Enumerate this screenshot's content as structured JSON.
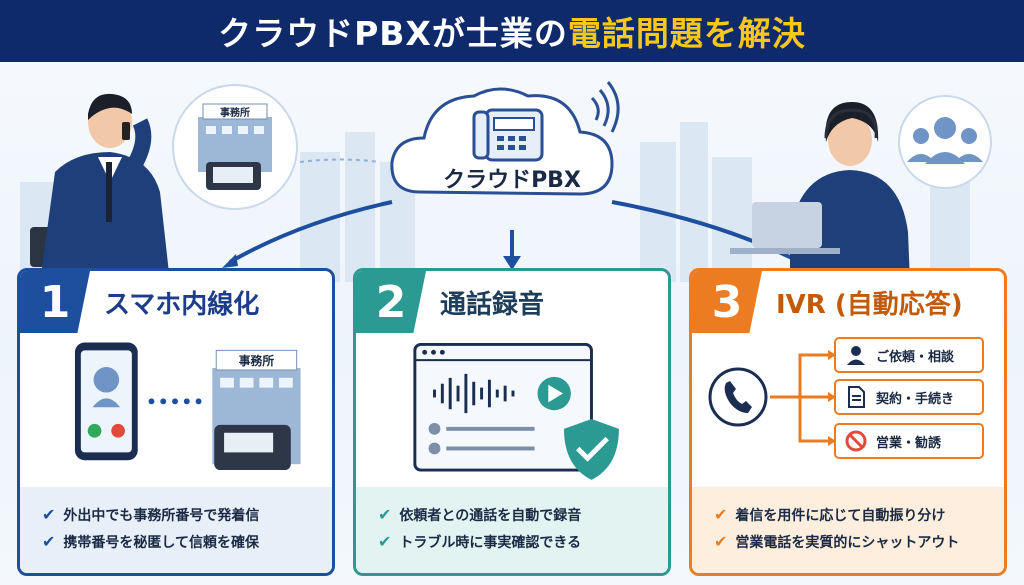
{
  "header": {
    "title_part1": "クラウドPBXが士業の",
    "title_highlight": "電話問題を解決"
  },
  "hero": {
    "cloud_label": "クラウドPBX",
    "office_sign": "事務所"
  },
  "cards": [
    {
      "number": "1",
      "title": "スマホ内線化",
      "office_sign": "事務所",
      "bullets": [
        "外出中でも事務所番号で発着信",
        "携帯番号を秘匿して信頼を確保"
      ]
    },
    {
      "number": "2",
      "title": "通話録音",
      "bullets": [
        "依頼者との通話を自動で録音",
        "トラブル時に事実確認できる"
      ]
    },
    {
      "number": "3",
      "title": "IVR (自動応答)",
      "options": [
        "ご依頼・相談",
        "契約・手続き",
        "営業・勧誘"
      ],
      "bullets": [
        "着信を用件に応じて自動振り分け",
        "営業電話を実質的にシャットアウト"
      ]
    }
  ],
  "colors": {
    "navy": "#0f2a6b",
    "highlight": "#f7c71a",
    "blue": "#1d4f9f",
    "teal": "#2b9a93",
    "orange": "#ec7c22"
  },
  "icons": [
    "cloud-icon",
    "desk-phone-icon",
    "wifi-icon",
    "office-building-icon",
    "smartphone-icon",
    "waveform-icon",
    "play-icon",
    "shield-check-icon",
    "phone-handset-icon",
    "person-icon",
    "document-icon",
    "prohibited-icon",
    "users-icon",
    "check-icon"
  ]
}
